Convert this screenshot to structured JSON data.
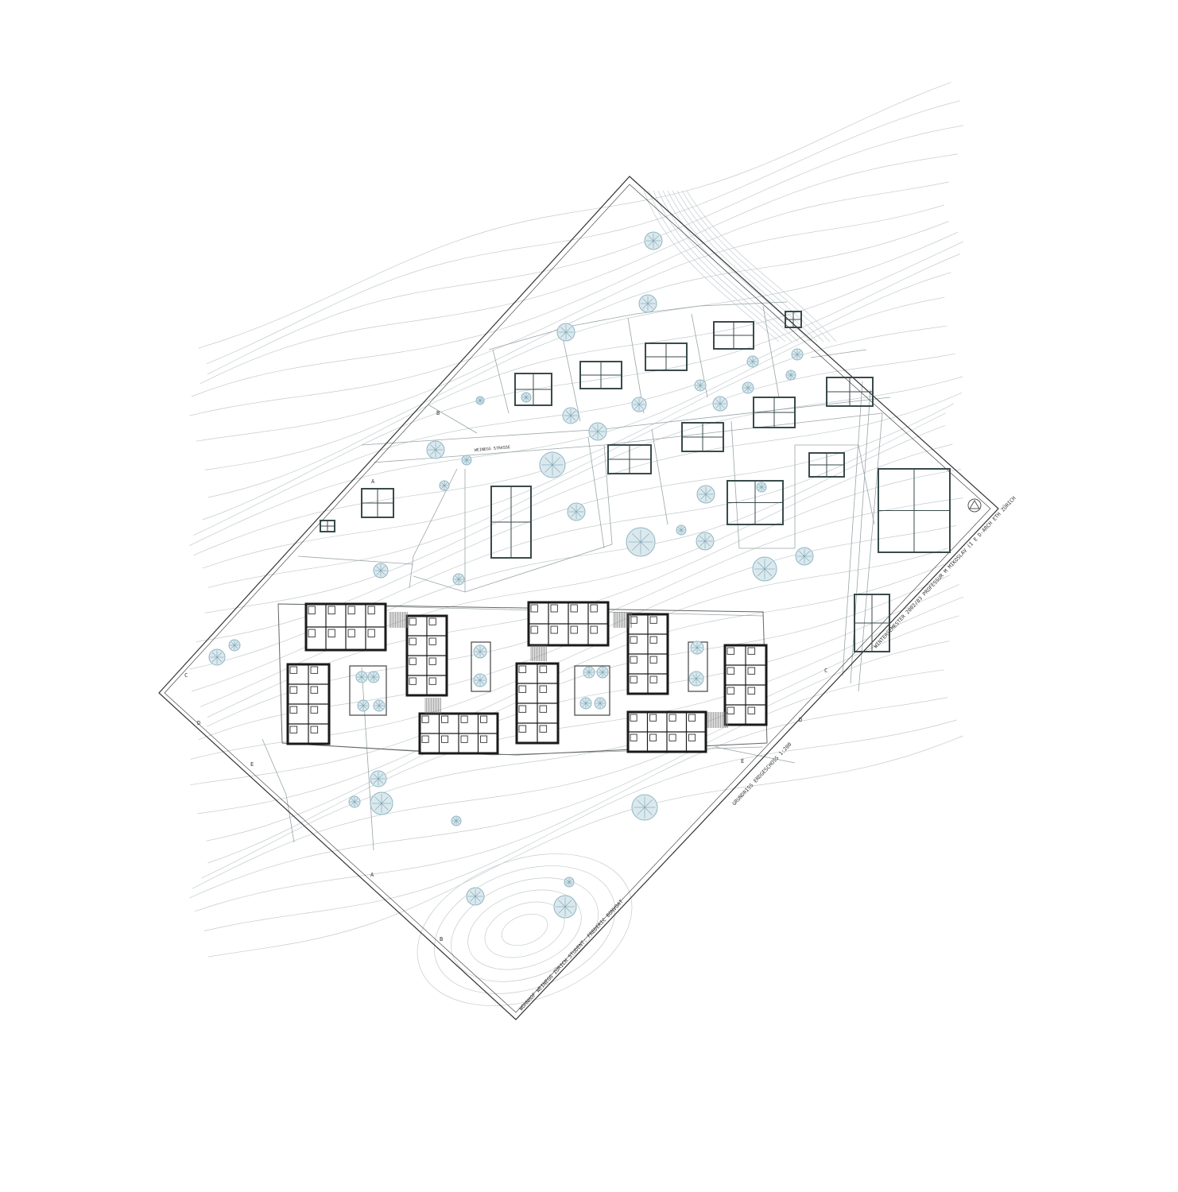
{
  "sheet": {
    "title_block_left": "WOHNHOF WEINEGG ZÜRICH  STUDENT: FREDERIC BONVOAT",
    "title_block_right": "WINTERSEMESTER 2002/03 PROFESSUR M MIKOSLAV (I E D-ARCH ETH ZÜRICH",
    "plan_title": "GRUNDRISS ERDGESCHOSS 1:200",
    "street_label": "WEINEGG STRASSE"
  },
  "section_markers": [
    "A",
    "B",
    "C",
    "D",
    "E"
  ],
  "colors": {
    "paper": "#ffffff",
    "frame": "#333333",
    "contour": "#b9c3c6",
    "wall": "#1a1a1a",
    "tree": "#8fb5c2",
    "existing_building": "#3a4a4a"
  }
}
